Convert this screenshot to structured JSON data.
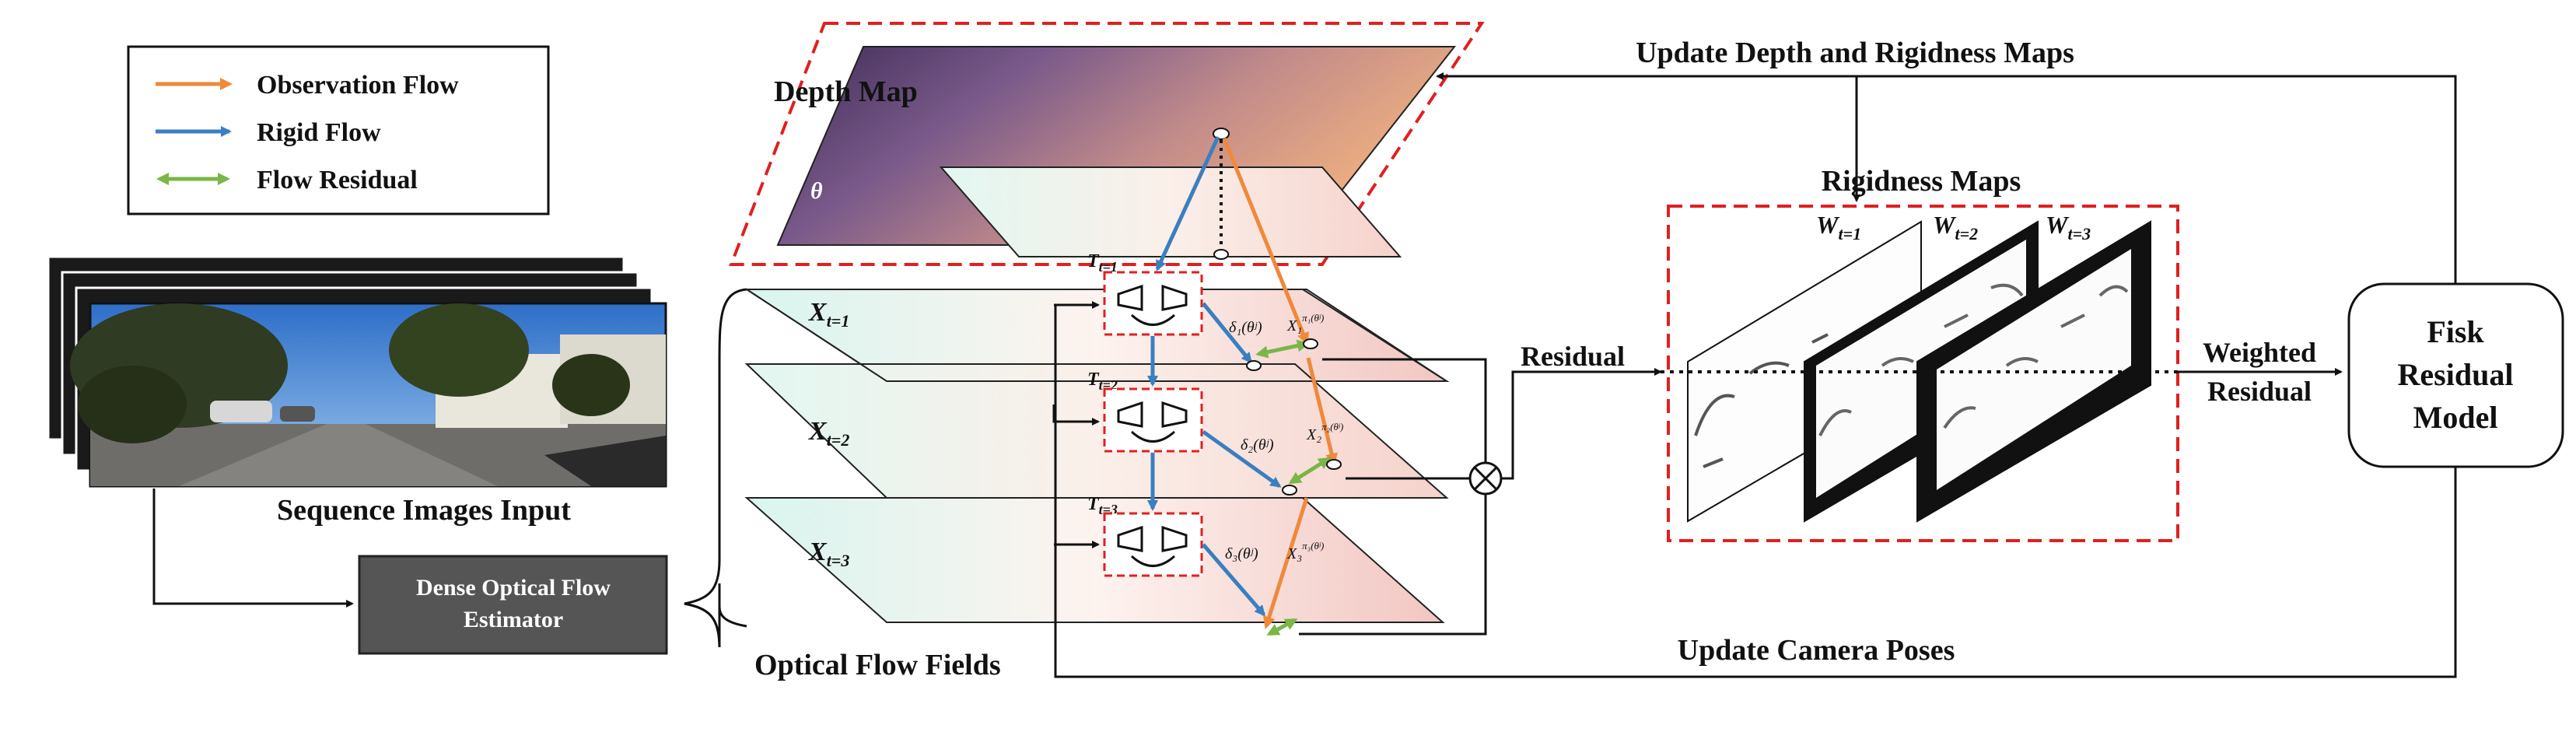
{
  "legend": {
    "items": [
      {
        "label": "Observation Flow",
        "color": "#ee8a3a"
      },
      {
        "label": "Rigid Flow",
        "color": "#3a7fc0"
      },
      {
        "label": "Flow Residual",
        "color": "#7ab648"
      }
    ]
  },
  "labels": {
    "sequence_input": "Sequence Images Input",
    "estimator_line1": "Dense Optical Flow",
    "estimator_line2": "Estimator",
    "depth_map": "Depth Map",
    "theta": "θ",
    "optical_flow_fields": "Optical Flow Fields",
    "update_depth": "Update Depth and Rigidness Maps",
    "rigidness_maps": "Rigidness Maps",
    "residual": "Residual",
    "weighted_line1": "Weighted",
    "weighted_line2": "Residual",
    "fisk_line1": "Fisk",
    "fisk_line2": "Residual",
    "fisk_line3": "Model",
    "update_camera": "Update Camera Poses",
    "otimes": "⊗"
  },
  "frames": [
    {
      "x": "X",
      "x_sub": "t=1",
      "t": "T",
      "t_sub": "t=1",
      "delta": "δ₁(θʲ)",
      "chi": "X₁",
      "chi_sup": "π₁(θʲ)"
    },
    {
      "x": "X",
      "x_sub": "t=2",
      "t": "T",
      "t_sub": "t=2",
      "delta": "δ₂(θʲ)",
      "chi": "X₂",
      "chi_sup": "π₂(θʲ)"
    },
    {
      "x": "X",
      "x_sub": "t=3",
      "t": "T",
      "t_sub": "t=3",
      "delta": "δ₃(θʲ)",
      "chi": "X₃",
      "chi_sup": "π₃(θʲ)"
    }
  ],
  "rigidness": [
    {
      "w": "W",
      "w_sub": "t=1"
    },
    {
      "w": "W",
      "w_sub": "t=2"
    },
    {
      "w": "W",
      "w_sub": "t=3"
    }
  ]
}
